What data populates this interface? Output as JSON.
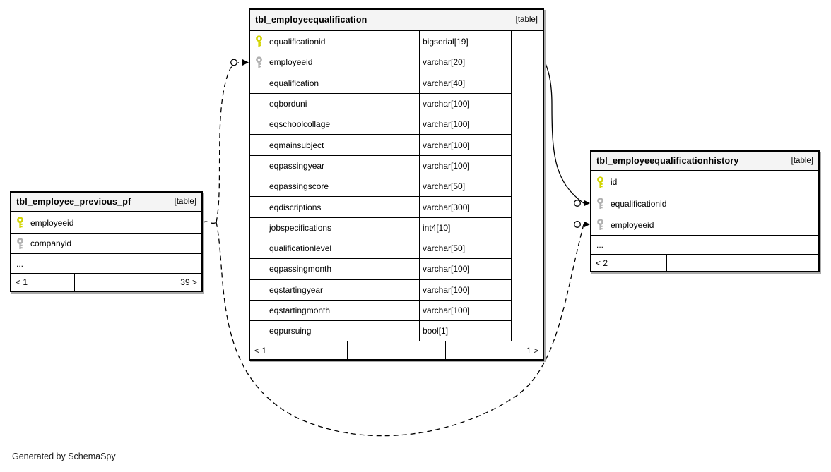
{
  "diagram": {
    "generated_by": "Generated by SchemaSpy"
  },
  "colors": {
    "primary_key": "#d2d400",
    "foreign_key": "#b0b0b0",
    "header_bg": "#f4f4f4",
    "border": "#000000",
    "shadow": "#aaaaaa"
  },
  "tables": [
    {
      "name": "tbl_employee_previous_pf",
      "tag": "[table]",
      "has_types": false,
      "columns": [
        {
          "key": "pk",
          "name": "employeeid",
          "type": ""
        },
        {
          "key": "fk",
          "name": "companyid",
          "type": ""
        }
      ],
      "ellipsis": "...",
      "footer": [
        "< 1",
        "",
        "39 >"
      ]
    },
    {
      "name": "tbl_employeequalification",
      "tag": "[table]",
      "has_types": true,
      "columns": [
        {
          "key": "pk",
          "name": "equalificationid",
          "type": "bigserial[19]"
        },
        {
          "key": "fk",
          "name": "employeeid",
          "type": "varchar[20]"
        },
        {
          "key": "",
          "name": "equalification",
          "type": "varchar[40]"
        },
        {
          "key": "",
          "name": "eqborduni",
          "type": "varchar[100]"
        },
        {
          "key": "",
          "name": "eqschoolcollage",
          "type": "varchar[100]"
        },
        {
          "key": "",
          "name": "eqmainsubject",
          "type": "varchar[100]"
        },
        {
          "key": "",
          "name": "eqpassingyear",
          "type": "varchar[100]"
        },
        {
          "key": "",
          "name": "eqpassingscore",
          "type": "varchar[50]"
        },
        {
          "key": "",
          "name": "eqdiscriptions",
          "type": "varchar[300]"
        },
        {
          "key": "",
          "name": "jobspecifications",
          "type": "int4[10]"
        },
        {
          "key": "",
          "name": "qualificationlevel",
          "type": "varchar[50]"
        },
        {
          "key": "",
          "name": "eqpassingmonth",
          "type": "varchar[100]"
        },
        {
          "key": "",
          "name": "eqstartingyear",
          "type": "varchar[100]"
        },
        {
          "key": "",
          "name": "eqstartingmonth",
          "type": "varchar[100]"
        },
        {
          "key": "",
          "name": "eqpursuing",
          "type": "bool[1]"
        }
      ],
      "ellipsis": "",
      "footer": [
        "< 1",
        "",
        "1 >"
      ]
    },
    {
      "name": "tbl_employeequalificationhistory",
      "tag": "[table]",
      "has_types": false,
      "columns": [
        {
          "key": "pk",
          "name": "id",
          "type": ""
        },
        {
          "key": "fk",
          "name": "equalificationid",
          "type": ""
        },
        {
          "key": "fk",
          "name": "employeeid",
          "type": ""
        }
      ],
      "ellipsis": "...",
      "footer": [
        "< 2",
        "",
        ""
      ]
    }
  ],
  "relationships": [
    {
      "from": "tbl_employeequalification.equalificationid",
      "to": "tbl_employeequalificationhistory.equalificationid",
      "style": "solid"
    },
    {
      "from": "tbl_employee_previous_pf.employeeid",
      "to": "tbl_employeequalification.employeeid",
      "style": "dashed"
    },
    {
      "from": "tbl_employee_previous_pf.employeeid",
      "to": "tbl_employeequalificationhistory.employeeid",
      "style": "dashed"
    }
  ]
}
